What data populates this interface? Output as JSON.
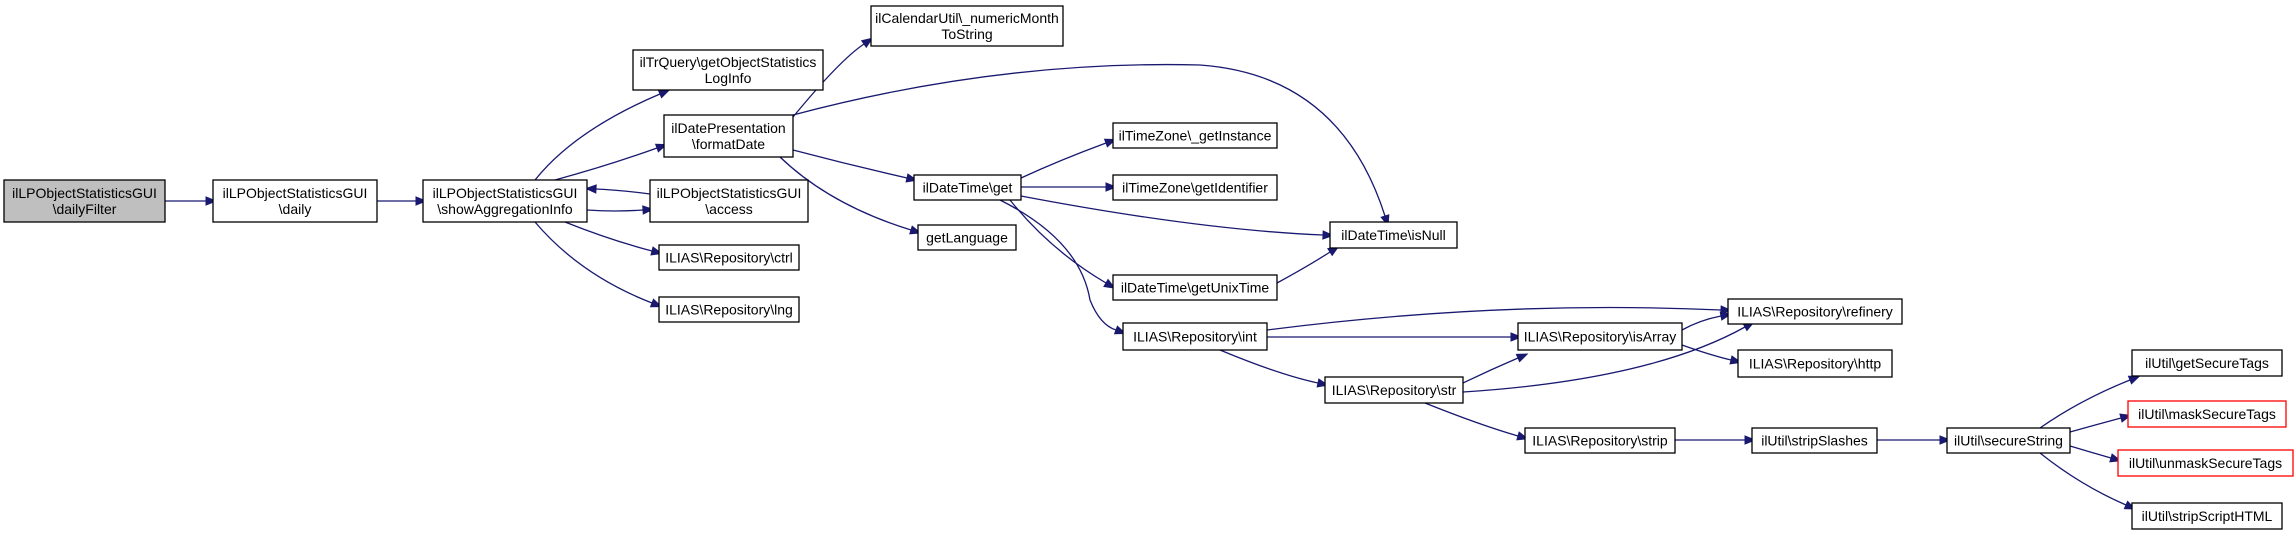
{
  "nodes": {
    "root": [
      "ilLPObjectStatisticsGUI",
      "\\dailyFilter"
    ],
    "daily": [
      "ilLPObjectStatisticsGUI",
      "\\daily"
    ],
    "showAgg": [
      "ilLPObjectStatisticsGUI",
      "\\showAggregationInfo"
    ],
    "getObjStats": [
      "ilTrQuery\\getObjectStatistics",
      "LogInfo"
    ],
    "formatDate": [
      "ilDatePresentation",
      "\\formatDate"
    ],
    "access": [
      "ilLPObjectStatisticsGUI",
      "\\access"
    ],
    "ctrl": [
      "ILIAS\\Repository\\ctrl"
    ],
    "lng": [
      "ILIAS\\Repository\\lng"
    ],
    "numericMonth": [
      "ilCalendarUtil\\_numericMonth",
      "ToString"
    ],
    "dtGet": [
      "ilDateTime\\get"
    ],
    "getLanguage": [
      "getLanguage"
    ],
    "tzInstance": [
      "ilTimeZone\\_getInstance"
    ],
    "tzIdentifier": [
      "ilTimeZone\\getIdentifier"
    ],
    "isNull": [
      "ilDateTime\\isNull"
    ],
    "unixTime": [
      "ilDateTime\\getUnixTime"
    ],
    "repoInt": [
      "ILIAS\\Repository\\int"
    ],
    "repoStr": [
      "ILIAS\\Repository\\str"
    ],
    "refinery": [
      "ILIAS\\Repository\\refinery"
    ],
    "isArray": [
      "ILIAS\\Repository\\isArray"
    ],
    "http": [
      "ILIAS\\Repository\\http"
    ],
    "strip": [
      "ILIAS\\Repository\\strip"
    ],
    "stripSlashes": [
      "ilUtil\\stripSlashes"
    ],
    "secureString": [
      "ilUtil\\secureString"
    ],
    "getSecureTags": [
      "ilUtil\\getSecureTags"
    ],
    "maskSecureTags": [
      "ilUtil\\maskSecureTags"
    ],
    "unmaskSecureTags": [
      "ilUtil\\unmaskSecureTags"
    ],
    "stripScriptHTML": [
      "ilUtil\\stripScriptHTML"
    ]
  },
  "colors": {
    "edge": "#191970",
    "root_fill": "#bfbfbf",
    "truncated_border": "#ff0000"
  }
}
